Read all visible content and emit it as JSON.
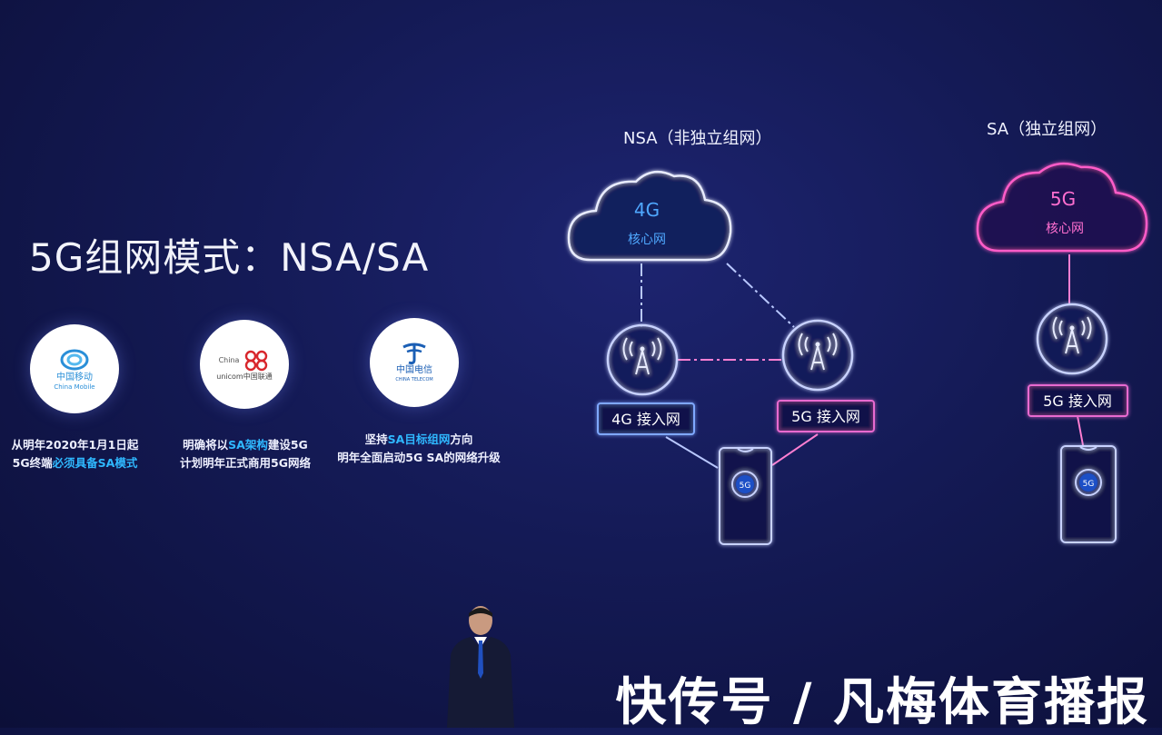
{
  "slide": {
    "title": "5G组网模式：NSA/SA"
  },
  "carriers": [
    {
      "logo_line1": "中国移动",
      "logo_line2": "China Mobile",
      "desc_line1": "从明年2020年1月1日起",
      "desc_line2_pre": "5G终端",
      "desc_line2_hl": "必须具备SA模式",
      "desc_line2_post": "",
      "color": "#2a8fd8"
    },
    {
      "logo_line1": "China",
      "logo_line2": "unicom中国联通",
      "desc_line1_pre": "明确将以",
      "desc_line1_hl": "SA架构",
      "desc_line1_post": "建设5G",
      "desc_line2": "计划明年正式商用5G网络",
      "color": "#d8262c"
    },
    {
      "logo_line1": "中国电信",
      "logo_line2": "CHINA TELECOM",
      "desc_line1_pre": "坚持",
      "desc_line1_hl": "SA目标组网",
      "desc_line1_post": "方向",
      "desc_line2": "明年全面启动5G SA的网络升级",
      "color": "#1b5fb5"
    }
  ],
  "nsa": {
    "label": "NSA（非独立组网）",
    "core_line1": "4G",
    "core_line2": "核心网",
    "access_4g": "4G 接入网",
    "access_5g": "5G 接入网",
    "phone": "5G"
  },
  "sa": {
    "label": "SA（独立组网）",
    "core_line1": "5G",
    "core_line2": "核心网",
    "access_5g": "5G 接入网",
    "phone": "5G"
  },
  "colors": {
    "cloud_4g": "#e8ecff",
    "text_4g": "#4fa8ff",
    "accent_5g": "#ff5cc8",
    "link_4g": "#b9c8ff",
    "link_5g": "#ff7fd2",
    "box_4g": "#7fa8ff",
    "box_5g": "#e86ad0",
    "sa_text": "#ff6fd0"
  },
  "watermark": "快传号 / 凡梅体育播报"
}
